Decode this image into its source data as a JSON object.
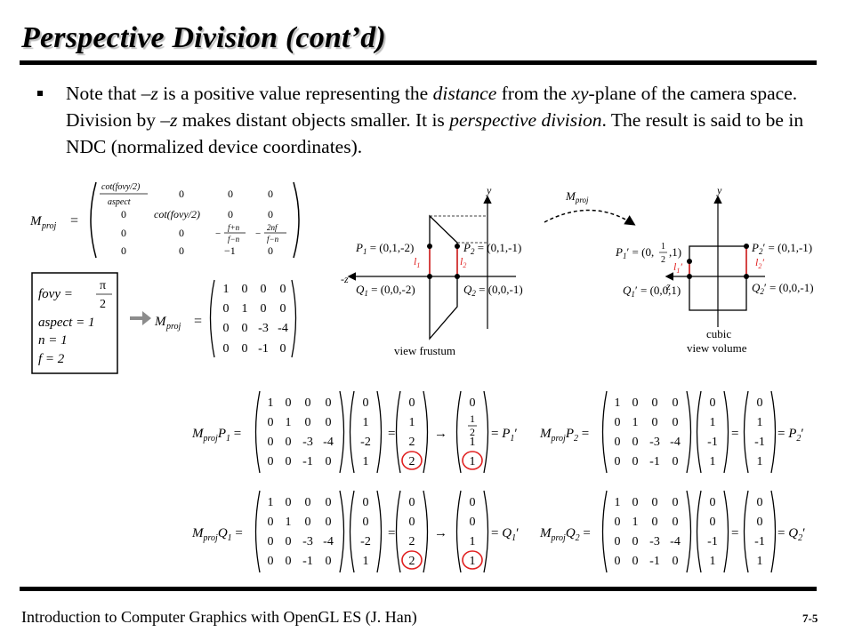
{
  "title": "Perspective Division (cont’d)",
  "paragraph": {
    "s1": "Note that ",
    "s2": "–z",
    "s3": " is a positive value representing the ",
    "s4": "distance",
    "s5": " from the ",
    "s6": "xy",
    "s7": "-plane of the camera space. Division by ",
    "s8": "–z",
    "s9": " makes distant objects smaller. It is ",
    "s10": "perspective division",
    "s11": ". The result is said to be in NDC (normalized device coordinates)."
  },
  "mproj_general": {
    "label": "M",
    "sub": "proj",
    "eq": "=",
    "rows": [
      [
        "cot(fovy/2)/aspect",
        "0",
        "0",
        "0"
      ],
      [
        "0",
        "cot(fovy/2)",
        "0",
        "0"
      ],
      [
        "0",
        "0",
        "−(f+n)/(f−n)",
        "−2nf/(f−n)"
      ],
      [
        "0",
        "0",
        "−1",
        "0"
      ]
    ],
    "cot": "cot",
    "fovy": "fovy",
    "two": "2",
    "aspect": "aspect",
    "fpn": "f+n",
    "fmn": "f−n",
    "twonf": "2nf",
    "minus": "−",
    "neg1": "−1"
  },
  "params": {
    "fovy": "fovy =",
    "pi": "π",
    "two": "2",
    "aspect": "aspect = 1",
    "n": "n = 1",
    "f": "f = 2"
  },
  "mproj_numeric": {
    "label": "M",
    "sub": "proj",
    "eq": "=",
    "rows": [
      [
        "1",
        "0",
        "0",
        "0"
      ],
      [
        "0",
        "1",
        "0",
        "0"
      ],
      [
        "0",
        "0",
        "-3",
        "-4"
      ],
      [
        "0",
        "0",
        "-1",
        "0"
      ]
    ]
  },
  "frustum": {
    "y": "y",
    "negz": "-z",
    "P1": "P",
    "P1sub": "1",
    "P1val": " = (0,1,-2)",
    "P2": "P",
    "P2sub": "2",
    "P2val": " = (0,1,-1)",
    "Q1": "Q",
    "Q1sub": "1",
    "Q1val": " = (0,0,-2)",
    "Q2": "Q",
    "Q2sub": "2",
    "Q2val": " = (0,0,-1)",
    "l1": "l",
    "l1sub": "1",
    "l2": "l",
    "l2sub": "2",
    "caption": "view frustum"
  },
  "arrow_label": {
    "M": "M",
    "sub": "proj"
  },
  "cube": {
    "y": "y",
    "z": "z",
    "P1p": "P",
    "P1psub": "1",
    "P1pval1": " = (0,",
    "half_num": "1",
    "half_den": "2",
    "P1pval2": ",1)",
    "P2p": "P",
    "P2psub": "2",
    "P2pval": " = (0,1,-1)",
    "Q1p": "Q",
    "Q1psub": "1",
    "Q1pval": " = (0,0,1)",
    "Q2p": "Q",
    "Q2psub": "2",
    "Q2pval": " = (0,0,-1)",
    "l1p": "l",
    "l1psub": "1",
    "l2p": "l",
    "l2psub": "2",
    "caption1": "cubic",
    "caption2": "view volume"
  },
  "eqs": {
    "mp1": {
      "lhs_M": "M",
      "lhs_sub": "proj",
      "lhs_pt": "P",
      "lhs_ptsub": "1",
      "vec": [
        "0",
        "1",
        "-2",
        "1"
      ],
      "res": [
        "0",
        "1",
        "2",
        "2"
      ],
      "ndc_num": "1",
      "ndc_den": "2",
      "ndc": [
        "0",
        "",
        "1",
        "1"
      ],
      "rhs": "P",
      "rhssub": "1",
      "eq": "=",
      "arrow": "→"
    },
    "mp2": {
      "lhs_M": "M",
      "lhs_sub": "proj",
      "lhs_pt": "P",
      "lhs_ptsub": "2",
      "vec": [
        "0",
        "1",
        "-1",
        "1"
      ],
      "res": [
        "0",
        "1",
        "-1",
        "1"
      ],
      "rhs": "P",
      "rhssub": "2",
      "eq": "="
    },
    "mq1": {
      "lhs_M": "M",
      "lhs_sub": "proj",
      "lhs_pt": "Q",
      "lhs_ptsub": "1",
      "vec": [
        "0",
        "0",
        "-2",
        "1"
      ],
      "res": [
        "0",
        "0",
        "2",
        "2"
      ],
      "ndc": [
        "0",
        "0",
        "1",
        "1"
      ],
      "rhs": "Q",
      "rhssub": "1",
      "eq": "=",
      "arrow": "→"
    },
    "mq2": {
      "lhs_M": "M",
      "lhs_sub": "proj",
      "lhs_pt": "Q",
      "lhs_ptsub": "2",
      "vec": [
        "0",
        "0",
        "-1",
        "1"
      ],
      "res": [
        "0",
        "0",
        "-1",
        "1"
      ],
      "rhs": "Q",
      "rhssub": "2",
      "eq": "="
    },
    "matrix": [
      [
        "1",
        "0",
        "0",
        "0"
      ],
      [
        "0",
        "1",
        "0",
        "0"
      ],
      [
        "0",
        "0",
        "-3",
        "-4"
      ],
      [
        "0",
        "0",
        "-1",
        "0"
      ]
    ]
  },
  "footer": {
    "left": "Introduction to Computer Graphics with OpenGL ES (J. Han)",
    "right": "7-5"
  },
  "colors": {
    "highlight": "#e02020",
    "arrow": "#8c8c8c"
  }
}
